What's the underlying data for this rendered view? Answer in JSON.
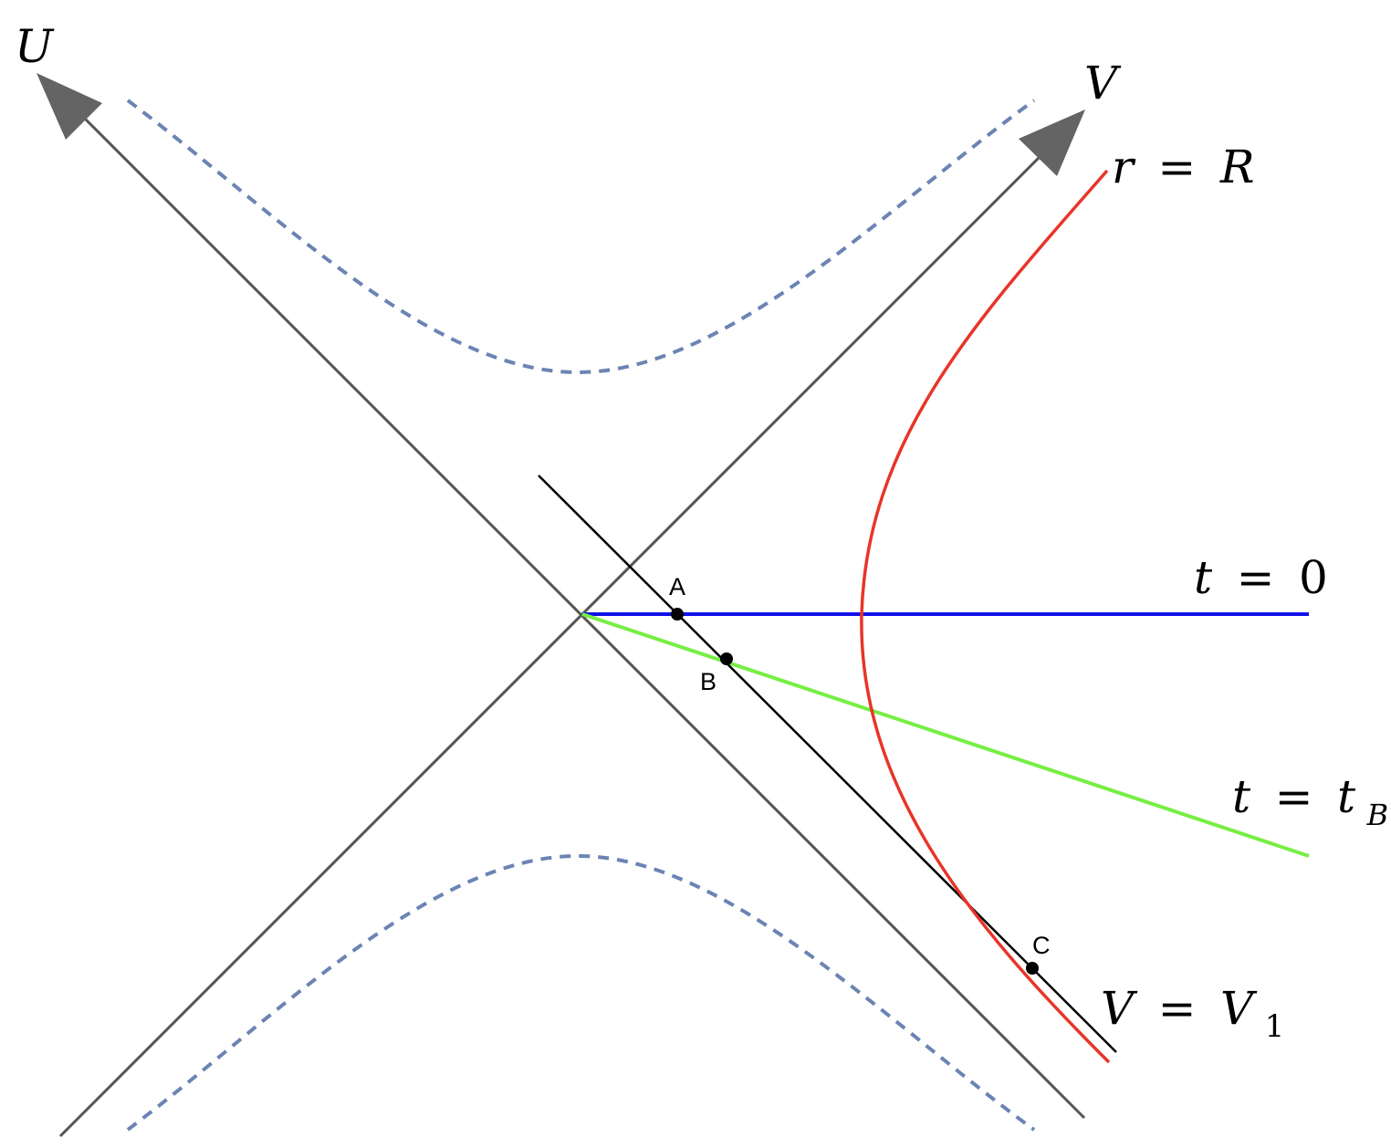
{
  "axes": {
    "u_label": "U",
    "v_label": "V"
  },
  "curves": {
    "r_equals_R": {
      "lhs": "r",
      "eq": "=",
      "rhs": "R",
      "color": "#e8352a"
    },
    "t_zero": {
      "lhs": "t",
      "eq": "=",
      "rhs": "0",
      "color": "#1010e8"
    },
    "t_tB": {
      "lhs": "t",
      "eq": "=",
      "rhs": "t",
      "rhs_sub": "B",
      "color": "#77ee44"
    },
    "v_equals_v1": {
      "lhs": "V",
      "eq": "=",
      "rhs": "V",
      "rhs_sub": "1",
      "color": "#000000"
    }
  },
  "points": {
    "a": "A",
    "b": "B",
    "c": "C"
  },
  "colors": {
    "axes": "#555555",
    "singularity": "#6b84b3",
    "points": "#000000"
  },
  "icons": {
    "u_arrow": "arrowhead-icon",
    "v_arrow": "arrowhead-icon"
  }
}
